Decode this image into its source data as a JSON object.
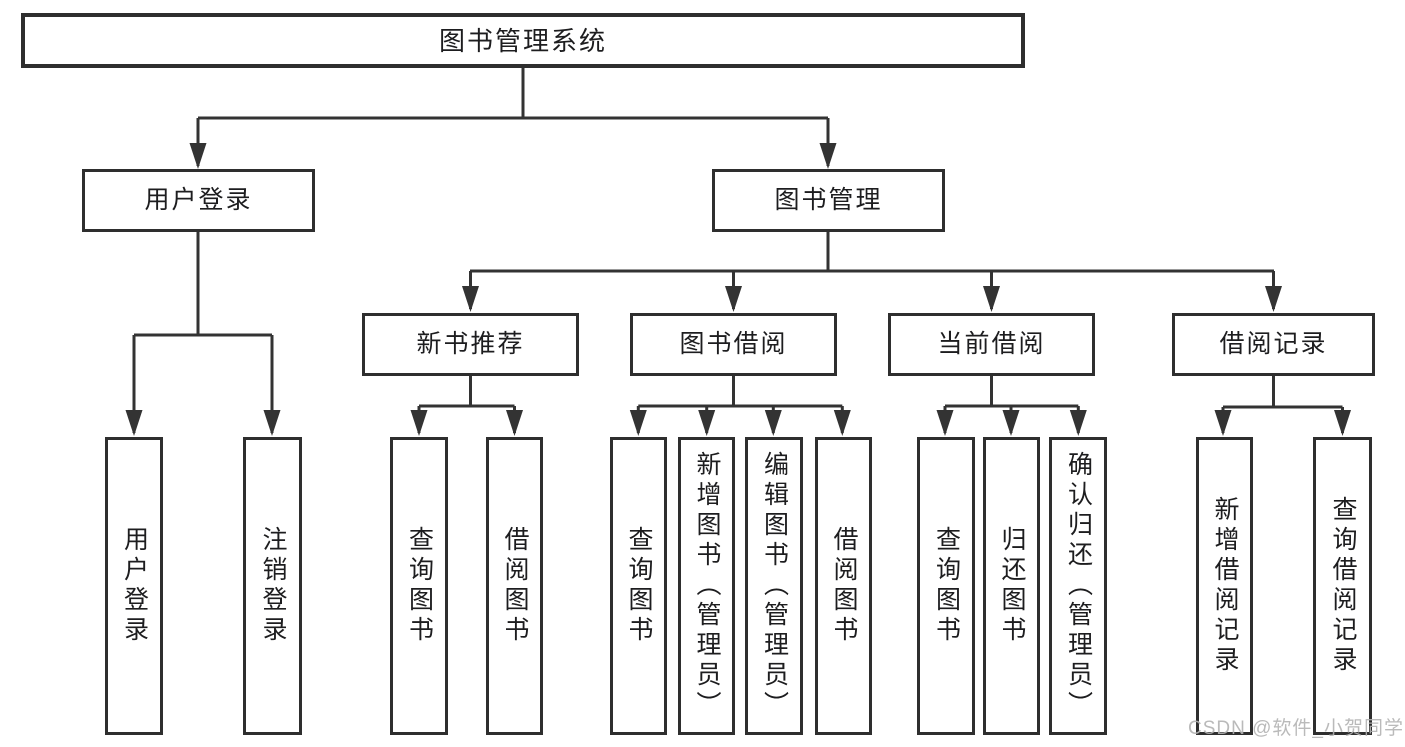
{
  "diagram": {
    "root": "图书管理系统",
    "user_login": {
      "label": "用户登录",
      "children": [
        "用户登录",
        "注销登录"
      ]
    },
    "book_management": {
      "label": "图书管理",
      "sections": {
        "new_book_recommend": {
          "label": "新书推荐",
          "children": [
            "查询图书",
            "借阅图书"
          ]
        },
        "book_borrowing": {
          "label": "图书借阅",
          "children": [
            "查询图书",
            "新增图书（管理员）",
            "编辑图书（管理员）",
            "借阅图书"
          ]
        },
        "current_borrowing": {
          "label": "当前借阅",
          "children": [
            "查询图书",
            "归还图书",
            "确认归还（管理员）"
          ]
        },
        "borrowing_records": {
          "label": "借阅记录",
          "children": [
            "新增借阅记录",
            "查询借阅记录"
          ]
        }
      }
    }
  },
  "watermark": "CSDN @软件_小贺同学",
  "colors": {
    "line": "#333333",
    "box_border": "#2e2e2e",
    "text": "#1d1d1f",
    "watermark": "#b2b2b2",
    "background": "#ffffff"
  }
}
